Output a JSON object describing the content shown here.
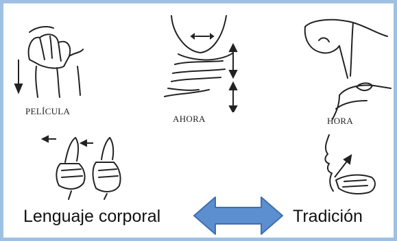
{
  "signs": [
    {
      "label": "PELÍCULA",
      "icon": "pelicula-sign-illustration"
    },
    {
      "label": "AHORA",
      "icon": "ahora-sign-illustration"
    },
    {
      "label": "HORA",
      "icon": "hora-sign-illustration"
    },
    {
      "label": "",
      "icon": "thumbs-up-sign-illustration"
    },
    {
      "label": "",
      "icon": "tradition-sign-illustration"
    }
  ],
  "captions": {
    "left": "Lenguaje corporal",
    "right": "Tradición"
  },
  "colors": {
    "border": "#9fc0e3",
    "arrow_fill": "#5b8fcf",
    "arrow_stroke": "#3f6fae",
    "ink": "#222222"
  },
  "arrow_icon": "double-headed-arrow-icon"
}
